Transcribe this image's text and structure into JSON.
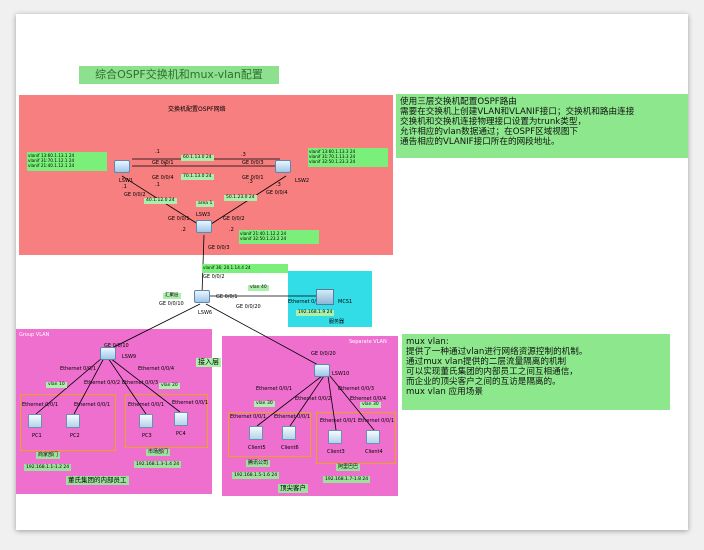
{
  "title": "综合OSPF交换机和mux-vlan配置",
  "regions": {
    "ospf_area": {
      "label": "交换机配置OSPF网络",
      "color": "#f77f7f"
    },
    "server": {
      "label": "服务器",
      "color": "#33dde8"
    },
    "group_vlan": {
      "label": "Group VLAN",
      "color": "#ef6fcf"
    },
    "separate_vlan": {
      "label": "Separate VLAN",
      "color": "#ef6fcf"
    }
  },
  "devices": {
    "lsw1": "LSW1",
    "lsw2": "LSW2",
    "lsw3": "LSW3",
    "lsw6": "LSW6",
    "lsw9": "LSW9",
    "lsw10": "LSW10",
    "mcs1": "MCS1",
    "pc1": "PC1",
    "pc2": "PC2",
    "pc3": "PC3",
    "pc4": "PC4",
    "client5": "Client5",
    "client6": "Client6",
    "client3": "Client3",
    "client4": "Client4"
  },
  "boxes": {
    "lsw1": [
      "vlanif 13:60.1.13.1 24",
      "vlanif 31:70.1.12.1 24",
      "vlanif 21:40.1.12.1 24"
    ],
    "lsw2": [
      "vlanif 13:60.1.13.3 24",
      "vlanif 31:70.1.13.3 24",
      "vlanif 32:50.1.23.3 24"
    ],
    "lsw3": [
      "vlanif 21:40.1.12.2 24",
      "vlanif 32:50.1.23.2 24"
    ],
    "lsw6": [
      "vlanif 36: 20.1.14.4 24"
    ]
  },
  "links": {
    "l12_top": "60.1.13.0 24",
    "l12_bot": "70.1.13.0 24",
    "l13": "40.1.12.0 24",
    "l23": "50.1.23.0 24",
    "area": "area 1",
    "vlan40": "vlan 40",
    "server_ip": "192.168.1.9 24",
    "aggregation": "汇聚层",
    "access": "接入层"
  },
  "ports": {
    "lsw1_a": "GE 0/0/1",
    "lsw1_b": "GE 0/0/4",
    "lsw1_c": "GE 0/0/2",
    "lsw2_a": "GE 0/0/3",
    "lsw2_b": "GE 0/0/1",
    "lsw2_c": "GE 0/0/4",
    "lsw3_a": "GE 0/0/1",
    "lsw3_b": "GE 0/0/2",
    "lsw3_c": "GE 0/0/3",
    "lsw6_a": "GE 0/0/2",
    "lsw6_b": "GE 0/0/1",
    "lsw6_c": "GE 0/0/10",
    "lsw6_d": "GE 0/0/20",
    "mcs_eth": "Ethernet 0/0/1",
    "lsw9_top": "GE 0/0/10",
    "lsw9_e1": "Ethernet 0/0/1",
    "lsw9_e2": "Ethernet 0/0/2",
    "lsw9_e3": "Ethernet 0/0/3",
    "lsw9_e4": "Ethernet 0/0/4",
    "lsw10_top": "GE 0/0/20",
    "lsw10_e1": "Ethernet 0/0/1",
    "lsw10_e2": "Ethernet 0/0/2",
    "lsw10_e3": "Ethernet 0/0/3",
    "lsw10_e4": "Ethernet 0/0/4",
    "pc_eth": "Ethernet 0/0/1"
  },
  "ip_marks": [
    ".1",
    ".3",
    ".1",
    ".3",
    ".1",
    ".2",
    ".3",
    ".2",
    ".1"
  ],
  "vlans": {
    "v10": "vlan 10",
    "v20": "vlan 20",
    "v30a": "vlan 30",
    "v30b": "vlan 30"
  },
  "groups": {
    "trade": "商家部门",
    "market": "市场部门",
    "tencent": "腾讯公司",
    "alibaba": "阿里巴巴",
    "trade_ip": "192.168.1.1-1.2 24",
    "market_ip": "192.168.1.3-1.4 24",
    "tencent_ip": "192.168.1.5-1.6 24",
    "alibaba_ip": "192.168.1.7-1.8 24",
    "internal": "董氏集团的内部员工",
    "vip": "顶尖客户"
  },
  "notes": {
    "ospf": [
      "使用三层交换机配置OSPF路由",
      "需要在交换机上创建VLAN和VLANIF接口；交换机和路由连接",
      "交换机和交换机连接物理接口设置为trunk类型，",
      "允许相应的vlan数据通过；在OSPF区域视图下",
      "通告相应的VLANIF接口所在的网段地址。"
    ],
    "mux": [
      "mux vlan:",
      "提供了一种通过vlan进行网络资源控制的机制。",
      "通过mux vlan提供的二层流量隔离的机制",
      "可以实现董氏集团的内部员工之间互相通信，",
      "而企业的顶尖客户之间的互访是隔离的。",
      "mux vlan 应用场景"
    ]
  }
}
